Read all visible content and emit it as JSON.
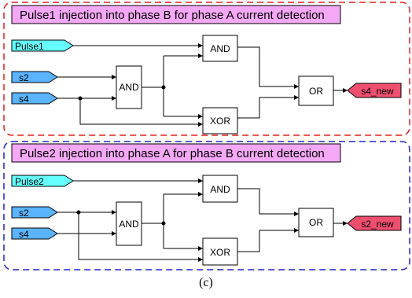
{
  "panels": [
    {
      "title": "Pulse1 injection into phase B for phase A current detection",
      "inputs": [
        "Pulse1",
        "s2",
        "s4"
      ],
      "gates": [
        "AND",
        "AND",
        "XOR",
        "OR"
      ],
      "output": "s4_new",
      "border_color": "#e02020"
    },
    {
      "title": "Pulse2 injection into phase A for phase B current detection",
      "inputs": [
        "Pulse2",
        "s2",
        "s4"
      ],
      "gates": [
        "AND",
        "AND",
        "XOR",
        "OR"
      ],
      "output": "s2_new",
      "border_color": "#2020c8"
    }
  ],
  "caption": "(c)",
  "colors": {
    "title_fill": "#f5a8f5",
    "pulse_port_fill": "#66ffff",
    "signal_port_fill": "#5ab4ff",
    "output_port_fill": "#f05070"
  }
}
